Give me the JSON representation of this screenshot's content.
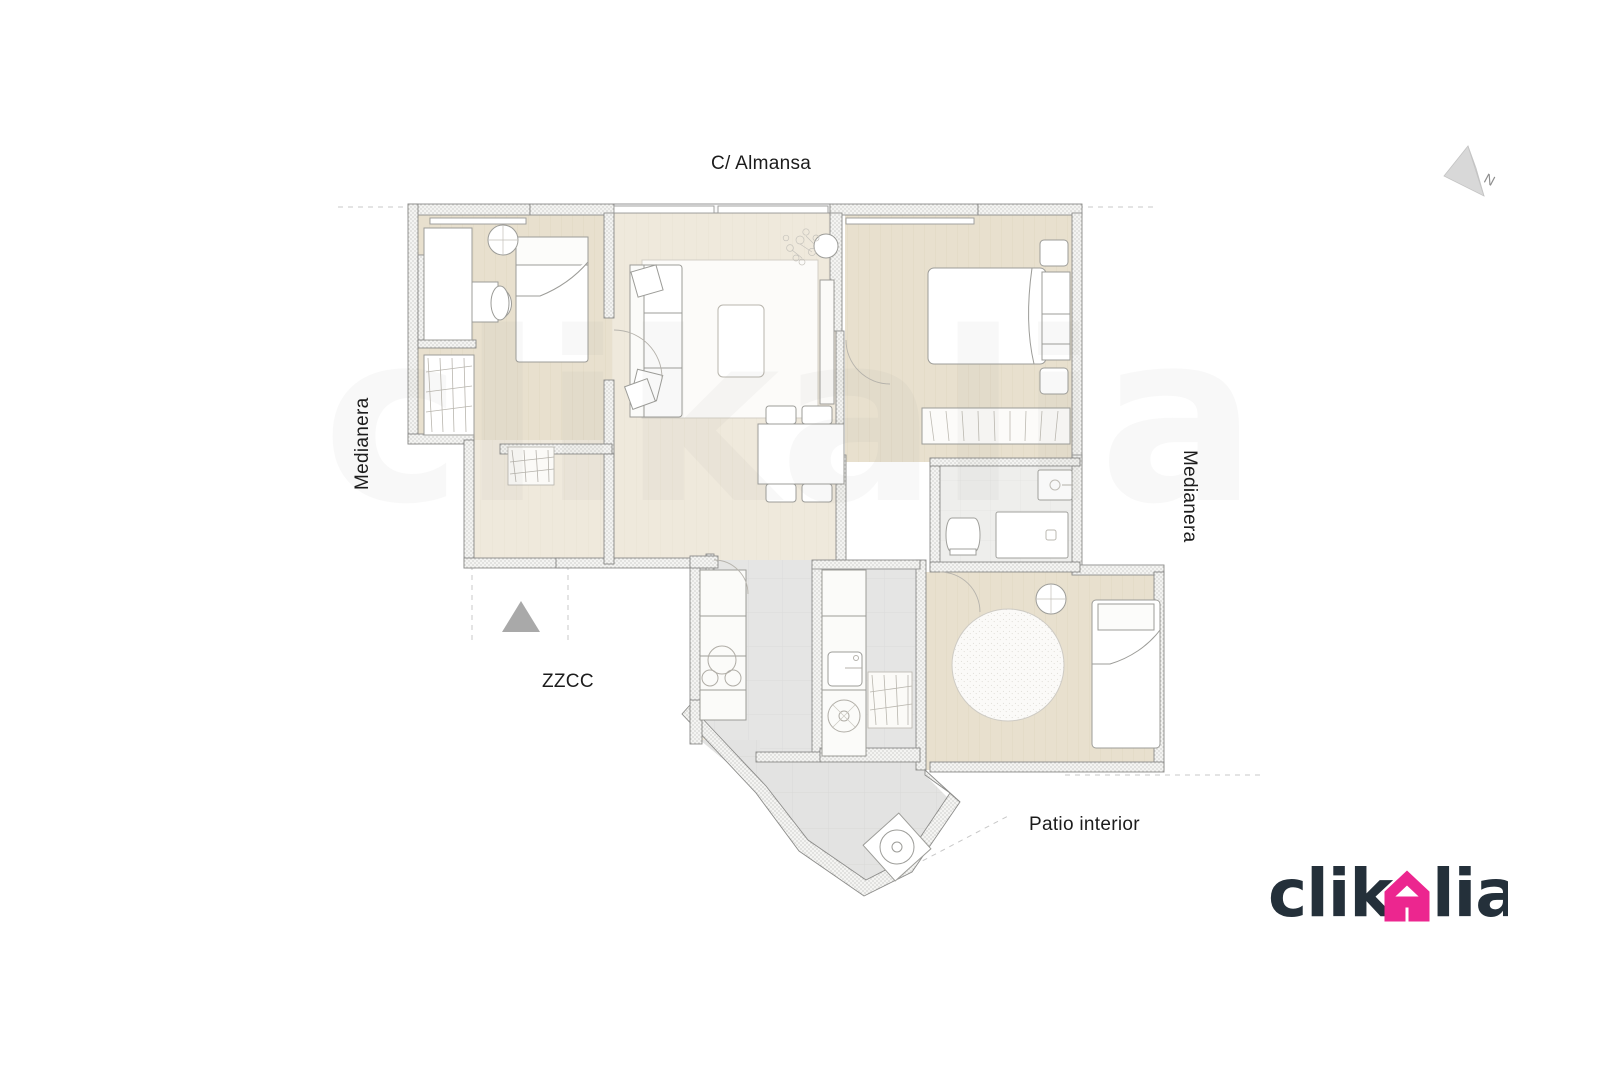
{
  "document": {
    "type": "architectural-floor-plan",
    "background_color": "#ffffff"
  },
  "labels": {
    "street_top": "C/ Almansa",
    "party_wall_left": "Medianera",
    "party_wall_right": "Medianera",
    "common_areas": "ZZCC",
    "interior_courtyard": "Patio interior",
    "north_marker": "N"
  },
  "brand": {
    "name_part_1": "clik",
    "name_house_letter": "a",
    "name_part_2": "lia",
    "full_name": "clikalia",
    "dark_color": "#24303a",
    "accent_color": "#ec268f",
    "watermark_text": "clikalia"
  },
  "colors": {
    "wall_fill": "#f2f2f0",
    "wall_stroke": "#8a8a88",
    "room_floor_warm": "#e9e2d2",
    "room_floor_light": "#efe9dd",
    "corridor_floor": "#e6e6e6",
    "terrace_floor": "#e4e4e4",
    "furniture_stroke": "#9a9a96",
    "furniture_fill": "#ffffff",
    "marker_gray": "#a8a8a8",
    "guide_line": "#c9c9c9",
    "text": "#1c1c1c"
  },
  "rooms": [
    {
      "name": "bedroom-front-left",
      "floor": "warm",
      "furniture": [
        "single-bed",
        "nightstand",
        "desk",
        "chair",
        "wardrobe"
      ]
    },
    {
      "name": "living-dining-room",
      "floor": "light",
      "furniture": [
        "sofa",
        "cushions",
        "rug",
        "coffee-table",
        "plant",
        "dining-table",
        "dining-chairs",
        "sideboard"
      ]
    },
    {
      "name": "bedroom-front-right",
      "floor": "warm",
      "furniture": [
        "double-bed",
        "nightstand-left",
        "nightstand-right",
        "wardrobe"
      ]
    },
    {
      "name": "bathroom",
      "floor": "light",
      "furniture": [
        "toilet",
        "washbasin",
        "bathtub"
      ]
    },
    {
      "name": "kitchen",
      "floor": "light",
      "furniture": [
        "cooktop",
        "sink",
        "washing-machine",
        "counter"
      ]
    },
    {
      "name": "bedroom-rear",
      "floor": "warm",
      "furniture": [
        "single-bed",
        "nightstand",
        "round-rug"
      ]
    },
    {
      "name": "hallway",
      "floor": "corridor"
    },
    {
      "name": "terrace",
      "floor": "terrace",
      "furniture": [
        "floor-drain"
      ]
    }
  ],
  "markers": {
    "entry_triangle": {
      "shape": "triangle",
      "color": "#a8a8a8"
    }
  }
}
